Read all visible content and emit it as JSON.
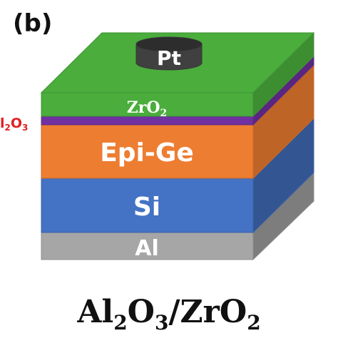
{
  "panel_label": "(b)",
  "colors": {
    "al": "#a6a6a6",
    "si": "#4472c4",
    "epi_ge": "#ed7d31",
    "al2o3": "#7030a0",
    "zro2": "#4aad3c",
    "pt": "#404040",
    "al2o3_label": "#e02020"
  },
  "layers": {
    "al": "Al",
    "si": "Si",
    "epi_ge": "Epi-Ge",
    "al2o3": {
      "main": "l",
      "sub1": "2",
      "mid": "O",
      "sub2": "3"
    },
    "zro2": {
      "main": "ZrO",
      "sub": "2"
    }
  },
  "electrode": "Pt",
  "caption": {
    "p1": "Al",
    "s1": "2",
    "p2": "O",
    "s2": "3",
    "p3": "/ZrO",
    "s3": "2"
  }
}
